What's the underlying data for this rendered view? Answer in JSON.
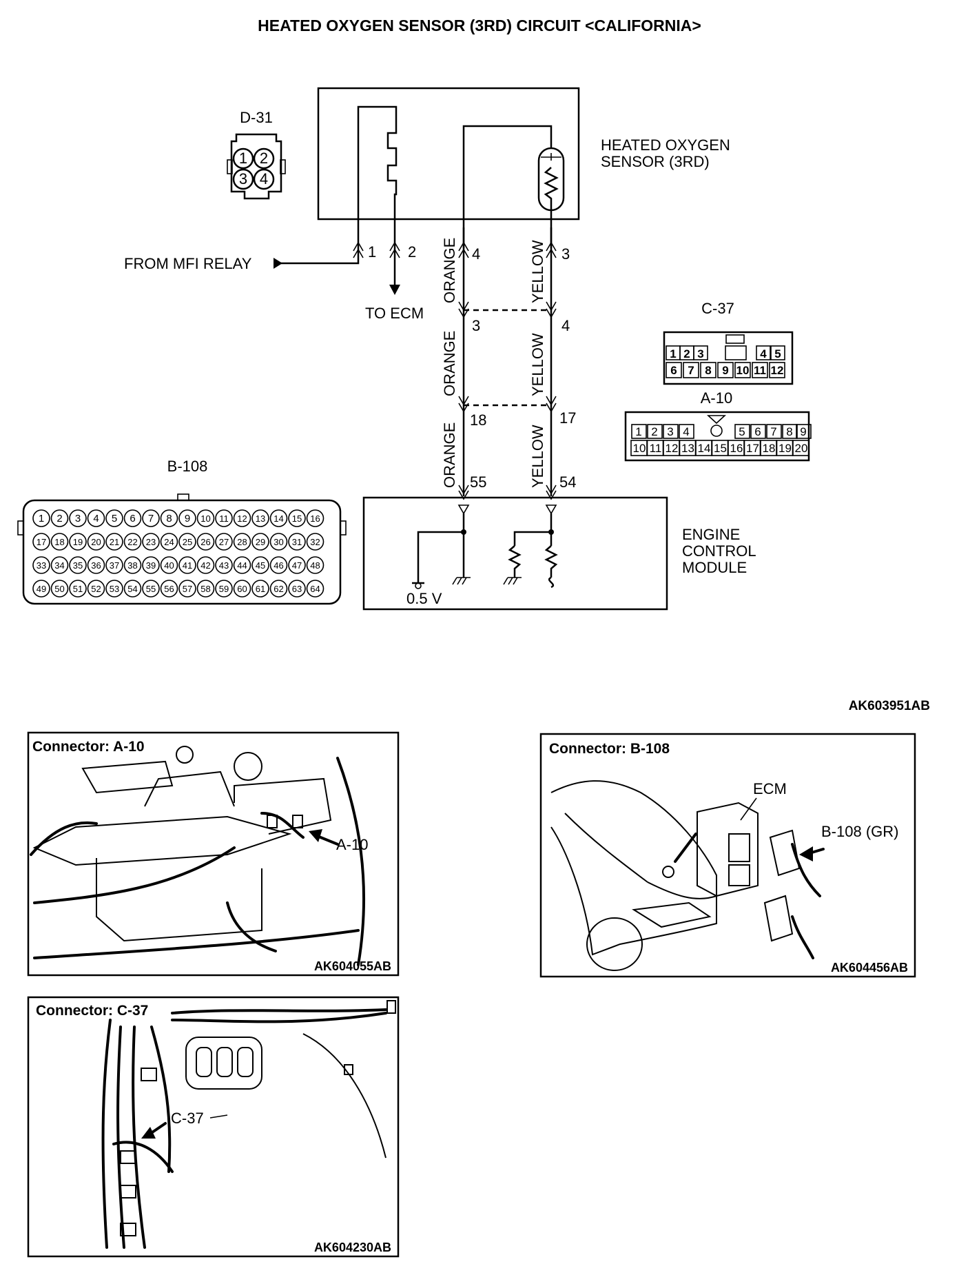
{
  "title": "HEATED OXYGEN SENSOR (3RD) CIRCUIT <CALIFORNIA>",
  "figure_code": "AK603951AB",
  "sensor": {
    "name_line1": "HEATED OXYGEN",
    "name_line2": "SENSOR (3RD)"
  },
  "ecm": {
    "line1": "ENGINE",
    "line2": "CONTROL",
    "line3": "MODULE",
    "voltage": "0.5 V"
  },
  "signals": {
    "from_relay": "FROM MFI RELAY",
    "to_ecm": "TO ECM"
  },
  "wires": {
    "orange": "ORANGE",
    "yellow": "YELLOW",
    "pins": {
      "d31_1": "1",
      "d31_2": "2",
      "d31_4": "4",
      "d31_3": "3",
      "c37_orange": "3",
      "c37_yellow": "4",
      "a10_orange": "18",
      "a10_yellow": "17",
      "b108_orange": "55",
      "b108_yellow": "54"
    }
  },
  "connectors": {
    "d31": {
      "label": "D-31",
      "pins": [
        "1",
        "2",
        "3",
        "4"
      ]
    },
    "c37": {
      "label": "C-37",
      "row1": [
        "1",
        "2",
        "3",
        "4",
        "5"
      ],
      "row2": [
        "6",
        "7",
        "8",
        "9",
        "10",
        "11",
        "12"
      ]
    },
    "a10": {
      "label": "A-10",
      "row1": [
        "1",
        "2",
        "3",
        "4",
        "5",
        "6",
        "7",
        "8",
        "9"
      ],
      "row2": [
        "10",
        "11",
        "12",
        "13",
        "14",
        "15",
        "16",
        "17",
        "18",
        "19",
        "20"
      ]
    },
    "b108": {
      "label": "B-108",
      "pins": [
        "1",
        "2",
        "3",
        "4",
        "5",
        "6",
        "7",
        "8",
        "9",
        "10",
        "11",
        "12",
        "13",
        "14",
        "15",
        "16",
        "17",
        "18",
        "19",
        "20",
        "21",
        "22",
        "23",
        "24",
        "25",
        "26",
        "27",
        "28",
        "29",
        "30",
        "31",
        "32",
        "33",
        "34",
        "35",
        "36",
        "37",
        "38",
        "39",
        "40",
        "41",
        "42",
        "43",
        "44",
        "45",
        "46",
        "47",
        "48",
        "49",
        "50",
        "51",
        "52",
        "53",
        "54",
        "55",
        "56",
        "57",
        "58",
        "59",
        "60",
        "61",
        "62",
        "63",
        "64"
      ]
    }
  },
  "views": {
    "a10": {
      "title": "Connector: A-10",
      "callout": "A-10",
      "code": "AK604055AB"
    },
    "b108": {
      "title": "Connector: B-108",
      "ecm_label": "ECM",
      "callout": "B-108 (GR)",
      "code": "AK604456AB"
    },
    "c37": {
      "title": "Connector: C-37",
      "callout": "C-37",
      "code": "AK604230AB"
    }
  }
}
